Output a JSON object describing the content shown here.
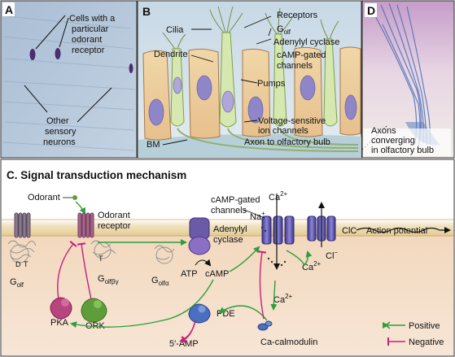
{
  "panels": {
    "a": {
      "letter": "A",
      "cells_label_1": "Cells with a",
      "cells_label_2": "particular",
      "cells_label_3": "odorant",
      "cells_label_4": "receptor",
      "other_label_1": "Other",
      "other_label_2": "sensory",
      "other_label_3": "neurons"
    },
    "b": {
      "letter": "B",
      "cilia": "Cilia",
      "receptors": "Receptors",
      "golf_main": "G",
      "golf_sub": "olf",
      "adenylyl_cyclase": "Adenylyl cyclase",
      "camp_gated_1": "cAMP-gated",
      "camp_gated_2": "channels",
      "dendrite": "Dendrite",
      "pumps": "Pumps",
      "voltage_1": "Voltage-sensitive",
      "voltage_2": "ion channels",
      "axon": "Axon to olfactory bulb",
      "bm": "BM"
    },
    "d": {
      "letter": "D",
      "axons_1": "Axons",
      "axons_2": "converging",
      "axons_3": "in olfactory bulb"
    },
    "c": {
      "title": "C. Signal transduction mechanism",
      "odorant": "Odorant",
      "odorant_receptor_1": "Odorant",
      "odorant_receptor_2": "receptor",
      "camp_gated_1": "cAMP-gated",
      "camp_gated_2": "channels",
      "adenylyl_1": "Adenylyl",
      "adenylyl_2": "cyclase",
      "ca2_top": "Ca",
      "ca2_sup": "2+",
      "na_plus": "Na",
      "na_sup": "+",
      "cic": "ClC",
      "cl_minus": "Cl",
      "cl_sup": "−",
      "action_potential": "Action potential",
      "d_letter": "D",
      "t_letter": "T",
      "t_letter_2": "T",
      "golf": "G",
      "golf_sub": "olf",
      "golf_bg": "G",
      "golf_bg_sub": "olfβγ",
      "golf_a": "G",
      "golf_a_sub": "olfα",
      "atp": "ATP",
      "camp": "cAMP",
      "ca2_mid": "Ca",
      "ca2_mid_sup": "2+",
      "ca2_low": "Ca",
      "ca2_low_sup": "2+",
      "pka": "PKA",
      "ork": "ORK",
      "pde": "PDE",
      "five_amp": "5′-AMP",
      "ca_calmodulin": "Ca-calmodulin",
      "positive": "Positive",
      "negative": "Negative"
    }
  },
  "colors": {
    "positive": "#2e9e3e",
    "negative": "#c8207a",
    "membrane": "#e9d6a8",
    "cytoplasm": "#f3d9bf",
    "channel": "#6a63b8",
    "cyclase": "#8a6fc4",
    "pka": "#b8467e",
    "ork": "#5e9e3a",
    "pde": "#4b6fc0"
  }
}
